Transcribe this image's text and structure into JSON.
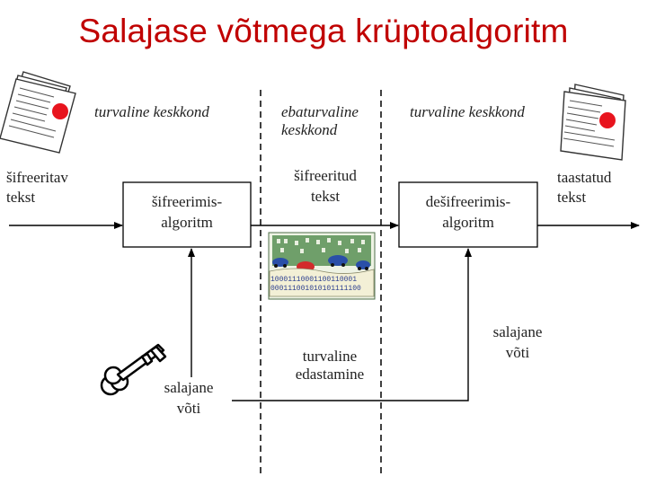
{
  "title": "Salajase võtmega krüptoalgoritm",
  "zones": {
    "left": "turvaline keskkond",
    "middle_line1": "ebaturvaline",
    "middle_line2": "keskkond",
    "right": "turvaline keskkond"
  },
  "labels": {
    "plaintext_in_line1": "šifreeritav",
    "plaintext_in_line2": "tekst",
    "ciphertext_line1": "šifreeritud",
    "ciphertext_line2": "tekst",
    "plaintext_out_line1": "taastatud",
    "plaintext_out_line2": "tekst",
    "transmission_line1": "turvaline",
    "transmission_line2": "edastamine",
    "key_left_line1": "salajane",
    "key_left_line2": "võti",
    "key_right_line1": "salajane",
    "key_right_line2": "võti"
  },
  "boxes": {
    "encrypt_line1": "šifreerimis-",
    "encrypt_line2": "algoritm",
    "decrypt_line1": "dešifreerimis-",
    "decrypt_line2": "algoritm"
  },
  "illustration_binary": [
    "10001110001100110001",
    "000111001010101111100"
  ],
  "colors": {
    "title": "#c00000",
    "seal": "#e8141e",
    "illustration_bg": "#6f9f6a",
    "illustration_paper": "#f3f0d6",
    "binary_text": "#2a3d8f"
  }
}
